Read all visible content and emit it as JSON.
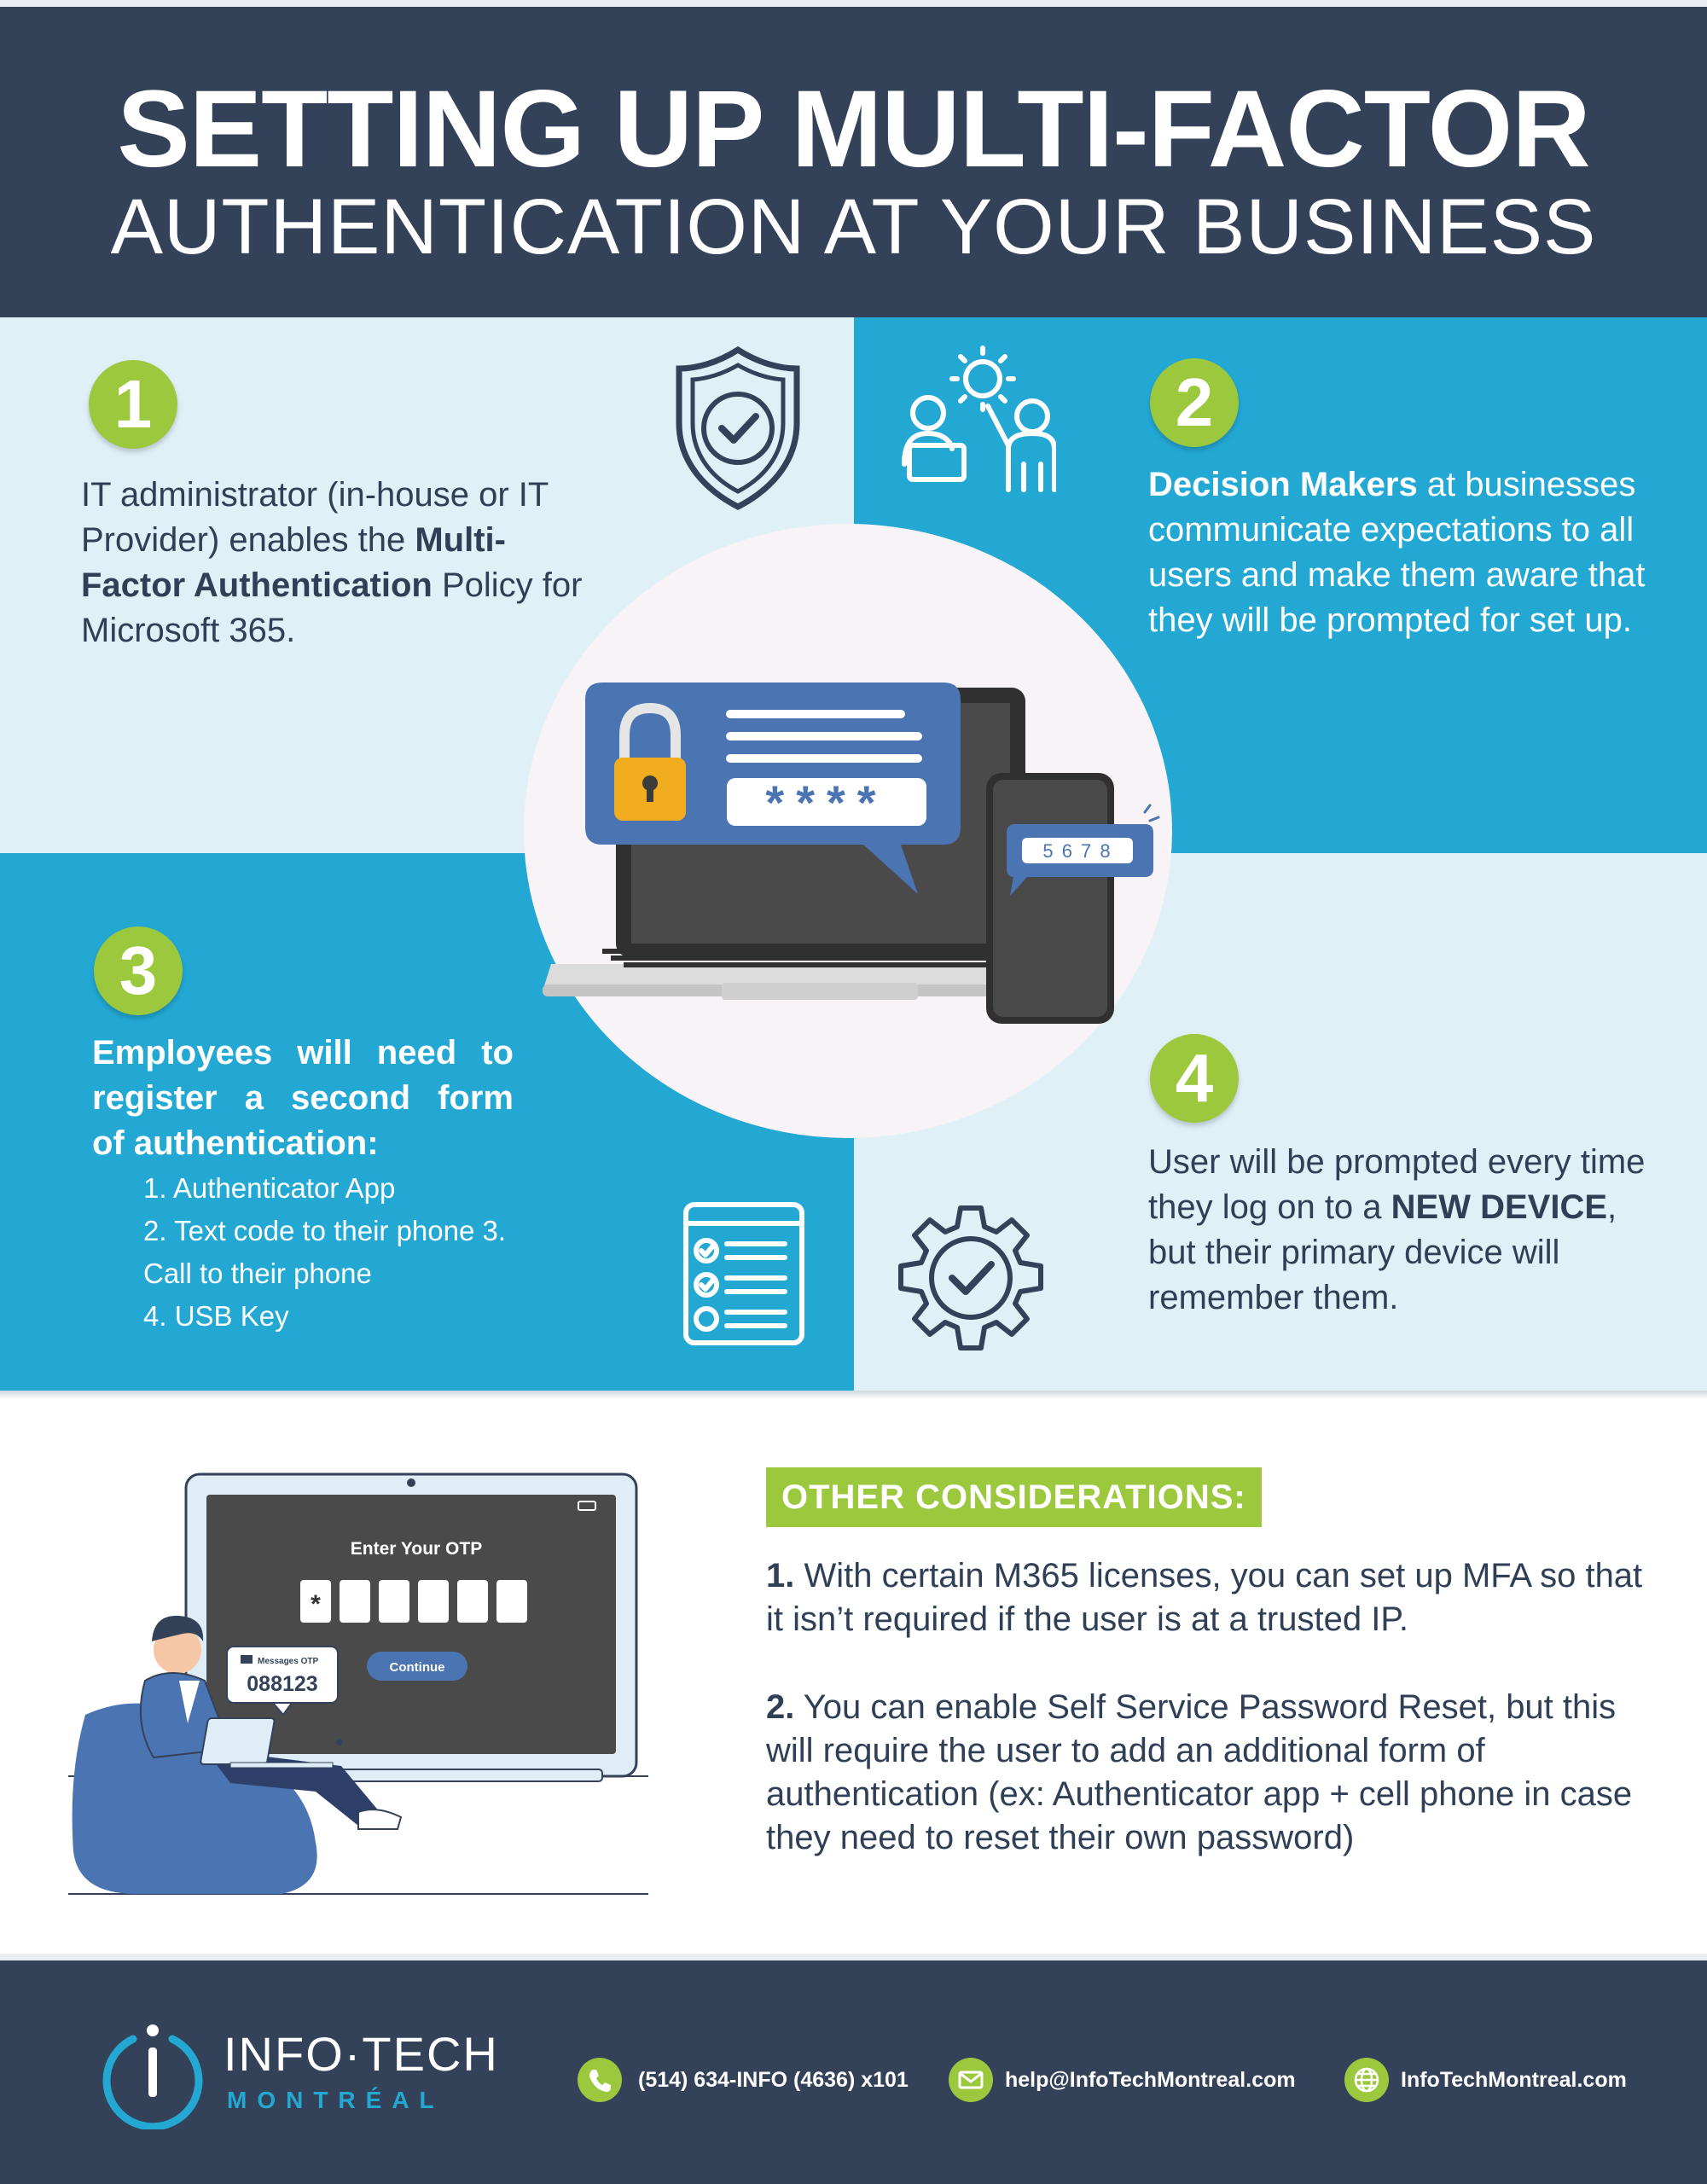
{
  "header": {
    "title_line1": "SETTING UP MULTI-FACTOR",
    "title_line2": "AUTHENTICATION AT YOUR BUSINESS"
  },
  "steps": [
    {
      "number": "1",
      "text_before": "IT administrator (in-house or IT Provider) enables the ",
      "bold": "Multi-Factor Authentication",
      "text_after": " Policy for Microsoft 365.",
      "icon": "shield-check-icon"
    },
    {
      "number": "2",
      "bold": "Decision Makers",
      "text_after": " at businesses communicate expectations to all users and make them aware that they will be prompted for set up.",
      "icon": "presentation-team-icon"
    },
    {
      "number": "3",
      "heading_line": "Employees will need to register a second form",
      "heading_last": "of authentication:",
      "list": [
        "1. Authenticator App",
        "2. Text code to their phone 3.",
        "Call to their phone",
        "4. USB Key"
      ],
      "icon": "checklist-icon"
    },
    {
      "number": "4",
      "text_before": "User will be prompted every time they log on to a ",
      "bold": "NEW DEVICE",
      "text_after": ", but their primary device will remember them.",
      "icon": "gear-check-icon"
    }
  ],
  "center_illustration": {
    "password_mask": "****",
    "phone_code": "5 6 7 8"
  },
  "otp_illustration": {
    "screen_title": "Enter Your OTP",
    "first_digit": "*",
    "continue_label": "Continue",
    "message_label": "Messages OTP",
    "message_code": "088123"
  },
  "other_considerations": {
    "title": "OTHER CONSIDERATIONS:",
    "items": [
      {
        "number": "1.",
        "text": " With certain M365 licenses, you can set up MFA so that it isn’t required if the user is at a trusted IP."
      },
      {
        "number": "2.",
        "text": " You can enable Self Service Password Reset, but this will require the user to add an additional form of authentication (ex: Authenticator app + cell phone in case they need to reset their own password)"
      }
    ]
  },
  "footer": {
    "logo_name": "INFO·TECH",
    "logo_sub": "MONTRÉAL",
    "phone": "(514) 634-INFO (4636) x101",
    "email": "help@InfoTechMontreal.com",
    "website": "InfoTechMontreal.com"
  },
  "colors": {
    "navy": "#334259",
    "cyan": "#23a8d4",
    "light_blue": "#dff0f7",
    "green": "#9cc83d"
  }
}
